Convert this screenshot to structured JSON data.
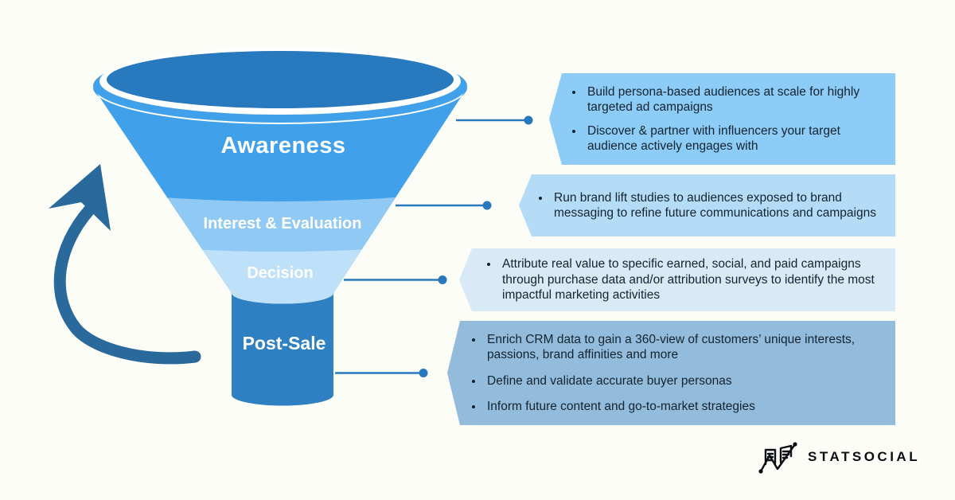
{
  "funnel": {
    "stages": [
      {
        "id": "awareness",
        "label": "Awareness"
      },
      {
        "id": "interest-evaluation",
        "label": "Interest & Evaluation"
      },
      {
        "id": "decision",
        "label": "Decision"
      },
      {
        "id": "post-sale",
        "label": "Post-Sale"
      }
    ]
  },
  "callouts": [
    {
      "stage": "awareness",
      "bullets": [
        "Build persona-based audiences at scale for highly targeted ad campaigns",
        "Discover & partner with influencers your target audience actively engages with"
      ]
    },
    {
      "stage": "interest-evaluation",
      "bullets": [
        "Run brand lift studies to audiences exposed to brand messaging to refine future communications and campaigns"
      ]
    },
    {
      "stage": "decision",
      "bullets": [
        "Attribute real value to specific earned, social, and paid campaigns through purchase data and/or attribution surveys to identify the most impactful marketing activities"
      ]
    },
    {
      "stage": "post-sale",
      "bullets": [
        "Enrich CRM data to gain a 360-view of customers’ unique interests, passions, brand affinities and more",
        "Define and validate accurate buyer personas",
        "Inform future content and go-to-market strategies"
      ]
    }
  ],
  "logo": {
    "text": "STATSOCIAL"
  },
  "colors": {
    "background": "#FDFDF8",
    "funnel_top_opening": "#2879BE",
    "funnel_awareness": "#41A0EA",
    "funnel_interest": "#90CAF4",
    "funnel_decision": "#BFE0F9",
    "funnel_stem": "#2E80C3",
    "loop_arrow": "#29699C",
    "connector": "#2878BE",
    "callout_awareness": "#8CCCF6",
    "callout_interest": "#B4DCF7",
    "callout_decision": "#D8EAF8",
    "callout_post_sale": "#93BCDC",
    "callout_text": "#13232F"
  }
}
